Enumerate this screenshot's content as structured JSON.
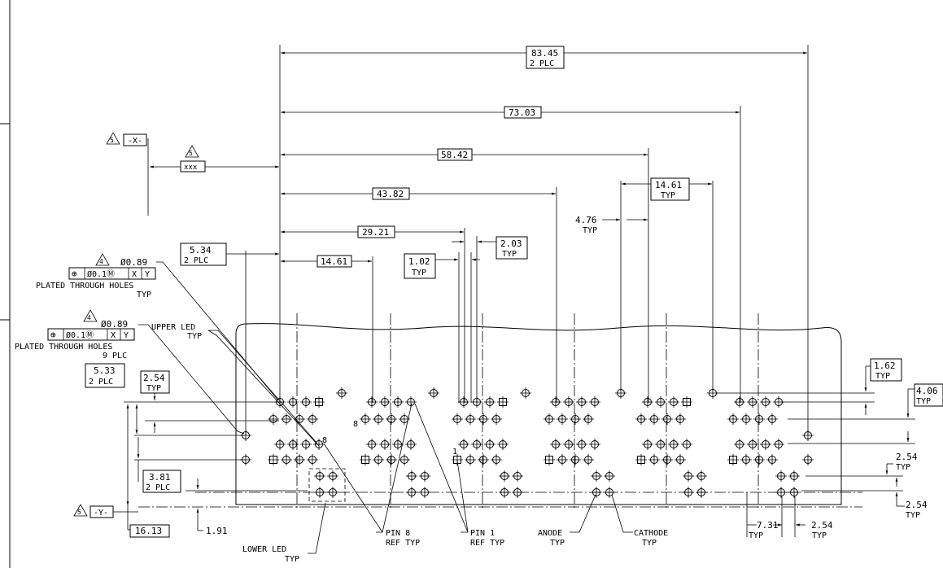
{
  "drawing": {
    "datums": {
      "x_label": "-X-",
      "y_label": "-Y-",
      "flag": "5",
      "xxx_label": "xxx"
    },
    "dimensions": {
      "d_83_45": "83.45",
      "d_83_45_note": "2 PLC",
      "d_73_03": "73.03",
      "d_58_42": "58.42",
      "d_43_82": "43.82",
      "d_29_21": "29.21",
      "d_14_61": "14.61",
      "d_14_61_typ": "14.61",
      "d_14_61_typ_note": "TYP",
      "d_4_76": "4.76",
      "d_4_76_note": "TYP",
      "d_5_34": "5.34",
      "d_5_34_note": "2 PLC",
      "d_2_03": "2.03",
      "d_2_03_note": "TYP",
      "d_1_02": "1.02",
      "d_1_02_note": "TYP",
      "d_5_33": "5.33",
      "d_5_33_note": "2 PLC",
      "d_2_54_left": "2.54",
      "d_2_54_left_note": "TYP",
      "d_3_81": "3.81",
      "d_3_81_note": "2 PLC",
      "d_16_13": "16.13",
      "d_1_91": "1.91",
      "d_1_62": "1.62",
      "d_1_62_note": "TYP",
      "d_4_06": "4.06",
      "d_4_06_note": "TYP",
      "d_2_54_r1": "2.54",
      "d_2_54_r1_note": "TYP",
      "d_2_54_r2": "2.54",
      "d_2_54_r2_note": "TYP",
      "d_7_31": "7.31",
      "d_7_31_note": "TYP",
      "d_2_54_bottom": "2.54",
      "d_2_54_bottom_note": "TYP"
    },
    "hole_callouts": [
      {
        "flag": "4",
        "diameter": "Ø0.89",
        "frame_symbol": "⊕",
        "frame_tol": "Ø0.1Ⓜ",
        "frame_x": "X",
        "frame_y": "Y",
        "line1": "PLATED THROUGH HOLES",
        "line2": "TYP"
      },
      {
        "flag": "4",
        "diameter": "Ø0.89",
        "frame_symbol": "⊕",
        "frame_tol": "Ø0.1Ⓜ",
        "frame_x": "X",
        "frame_y": "Y",
        "line1": "PLATED THROUGH HOLES",
        "line2": "9 PLC"
      }
    ],
    "leaders": {
      "upper_led": "UPPER LED",
      "upper_led_typ": "TYP",
      "lower_led": "LOWER LED",
      "lower_led_typ": "TYP",
      "pin8": "PIN 8",
      "pin8_ref": "REF TYP",
      "pin1": "PIN 1",
      "pin1_ref": "REF TYP",
      "anode": "ANODE",
      "anode_typ": "TYP",
      "cathode": "CATHODE",
      "cathode_typ": "TYP",
      "pin_num_8a": "8",
      "pin_num_8b": "8",
      "pin_num_1": "1"
    }
  }
}
